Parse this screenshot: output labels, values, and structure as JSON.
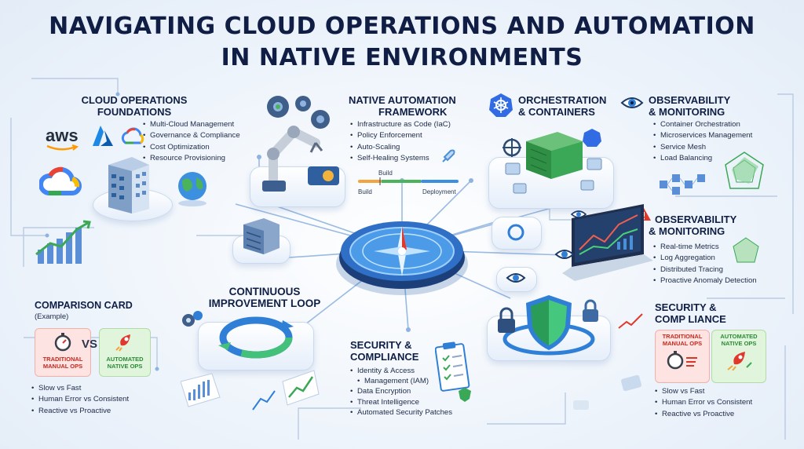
{
  "title": {
    "line1": "NAVIGATING CLOUD OPERATIONS AND AUTOMATION",
    "line2": "IN NATIVE ENVIRONMENTS"
  },
  "foundations": {
    "title": [
      "CLOUD OPERATIONS",
      "FOUNDATIONS"
    ],
    "items": [
      "Multi-Cloud Management",
      "Governance & Compliance",
      "Cost Optimization",
      "Resource Provisioning"
    ],
    "aws_logo_text": "aws"
  },
  "framework": {
    "title": [
      "NATIVE AUTOMATION",
      "FRAMEWORK"
    ],
    "items": [
      "Infrastructure as Code (IaC)",
      "Policy Enforcement",
      "Auto-Scaling",
      "Self-Healing Systems"
    ],
    "pipeline": [
      "Build",
      "Build",
      "Deployment"
    ]
  },
  "orchestration": {
    "title": [
      "ORCHESTRATION",
      "& CONTAINERS"
    ]
  },
  "observability_top": {
    "title": [
      "OBSERVABILITY",
      "& MONITORING"
    ],
    "items": [
      "Container Orchestration",
      "Microservices Management",
      "Service Mesh",
      "Load Balancing"
    ]
  },
  "observability_mid": {
    "title": [
      "OBSERVABILITY",
      "& MONITORING"
    ],
    "items": [
      "Real-time Metrics",
      "Log Aggregation",
      "Distributed Tracing",
      "Proactive Anomaly Detection"
    ]
  },
  "loop": {
    "title": [
      "CONTINUOUS",
      "IMPROVEMENT LOOP"
    ]
  },
  "security_center": {
    "title": [
      "SECURITY &",
      "COMPLIANCE"
    ],
    "items": [
      "Identity & Access",
      "Management (IAM)",
      "Data Encryption",
      "Threat Intelligence",
      "Automated Security Patches"
    ]
  },
  "comparison_left": {
    "title": "COMPARISON CARD",
    "subtitle": "(Example)",
    "traditional": [
      "TRADITIONAL",
      "MANUAL OPS"
    ],
    "vs": "VS",
    "automated": [
      "AUTOMATED",
      "NATIVE OPS"
    ],
    "items": [
      "Slow vs Fast",
      "Human Error vs Consistent",
      "Reactive vs Proactive"
    ]
  },
  "comparison_right": {
    "title": [
      "SECURITY &",
      "COMP LIANCE"
    ],
    "traditional": [
      "TRADITIONAL",
      "MANUAL OPS"
    ],
    "automated": [
      "AUTOMATED",
      "NATIVE OPS"
    ],
    "items": [
      "Slow vs Fast",
      "Human Error vs Consistent",
      "Reactive vs Proactive"
    ]
  },
  "colors": {
    "navy": "#101d45",
    "accent_blue": "#2f7fd6",
    "green": "#3aa856",
    "red": "#d9362b",
    "aws_orange": "#ff9900"
  }
}
